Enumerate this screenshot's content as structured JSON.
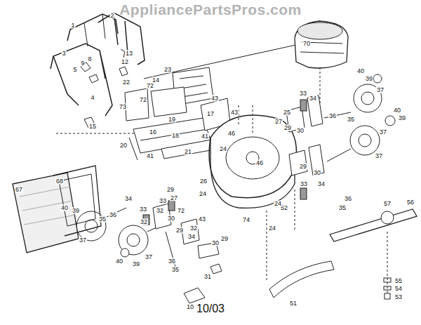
{
  "diagram": {
    "caption": "10/03",
    "labels": [
      "AppliancePartsPros.com",
      "1",
      "2",
      "3",
      "5",
      "9",
      "8",
      "13",
      "12",
      "22",
      "4",
      "14",
      "15",
      "23",
      "70",
      "40",
      "39",
      "37",
      "33",
      "34",
      "36",
      "25",
      "27",
      "29",
      "30",
      "35",
      "37",
      "40",
      "39",
      "72",
      "72",
      "73",
      "19",
      "43",
      "17",
      "16",
      "18",
      "20",
      "21",
      "41",
      "24",
      "41",
      "43",
      "67",
      "68",
      "46",
      "29",
      "30",
      "33",
      "34",
      "36",
      "35",
      "37",
      "26",
      "27",
      "29",
      "24",
      "52",
      "57",
      "56",
      "33",
      "32",
      "30",
      "29",
      "72",
      "74",
      "43",
      "24",
      "34",
      "36",
      "35",
      "37",
      "40",
      "39",
      "33",
      "32",
      "37",
      "40",
      "39",
      "34",
      "36",
      "35",
      "32",
      "29",
      "30",
      "31",
      "10",
      "55",
      "54",
      "53",
      "51",
      "46",
      "24"
    ]
  }
}
